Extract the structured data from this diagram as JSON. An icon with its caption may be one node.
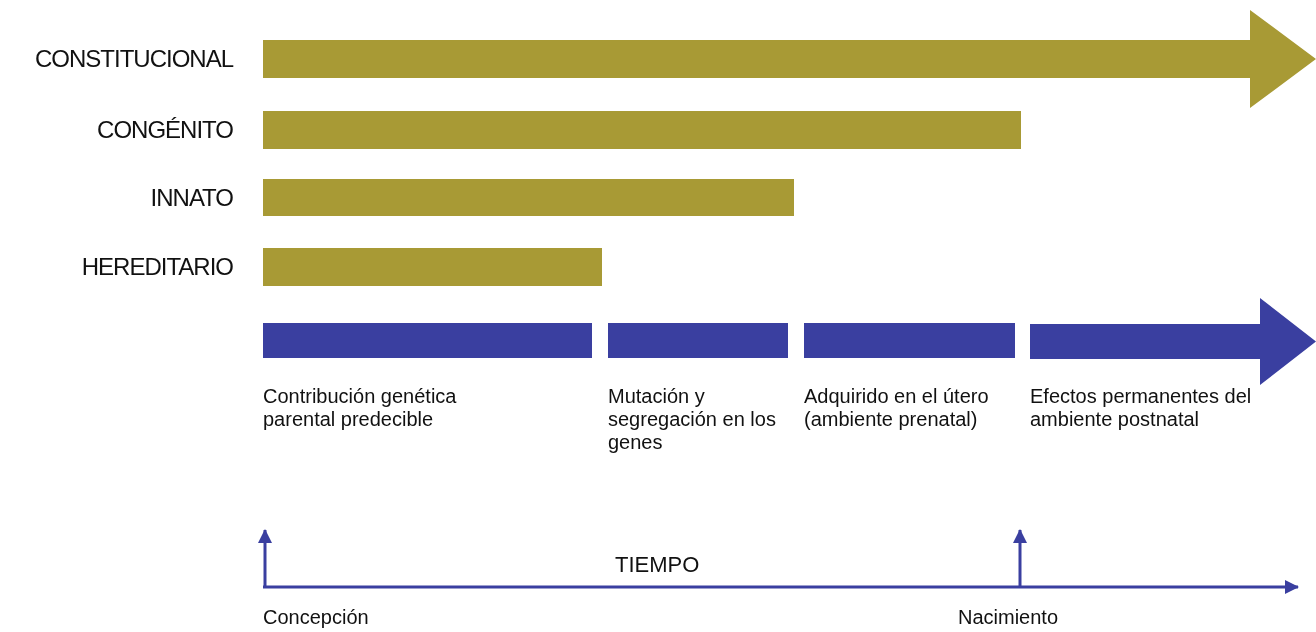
{
  "diagram": {
    "nodes": [
      {
        "text": [],
        "shape": "arrow",
        "beside": [
          "CONSTITUCIONAL"
        ]
      },
      {
        "text": [],
        "shape": "bar",
        "beside": [
          "CONGÉNITO"
        ]
      },
      {
        "text": [],
        "shape": "bar",
        "beside": [
          "INNATO"
        ]
      },
      {
        "text": [],
        "shape": "bar",
        "beside": [
          "HEREDITARIO"
        ]
      },
      {
        "text": [],
        "shape": "bar",
        "beside": [
          "Contribución genética parental predecible"
        ]
      },
      {
        "text": [],
        "shape": "bar",
        "beside": [
          "Mutación y segregación en los genes"
        ]
      },
      {
        "text": [],
        "shape": "bar",
        "beside": [
          "Adquirido en el útero (ambiente prenatal)"
        ]
      },
      {
        "text": [],
        "shape": "arrow",
        "beside": [
          "Efectos permanentes del ambiente postnatal"
        ]
      }
    ],
    "labels": [
      "TIEMPO",
      "Concepción",
      "Nacimiento"
    ]
  }
}
